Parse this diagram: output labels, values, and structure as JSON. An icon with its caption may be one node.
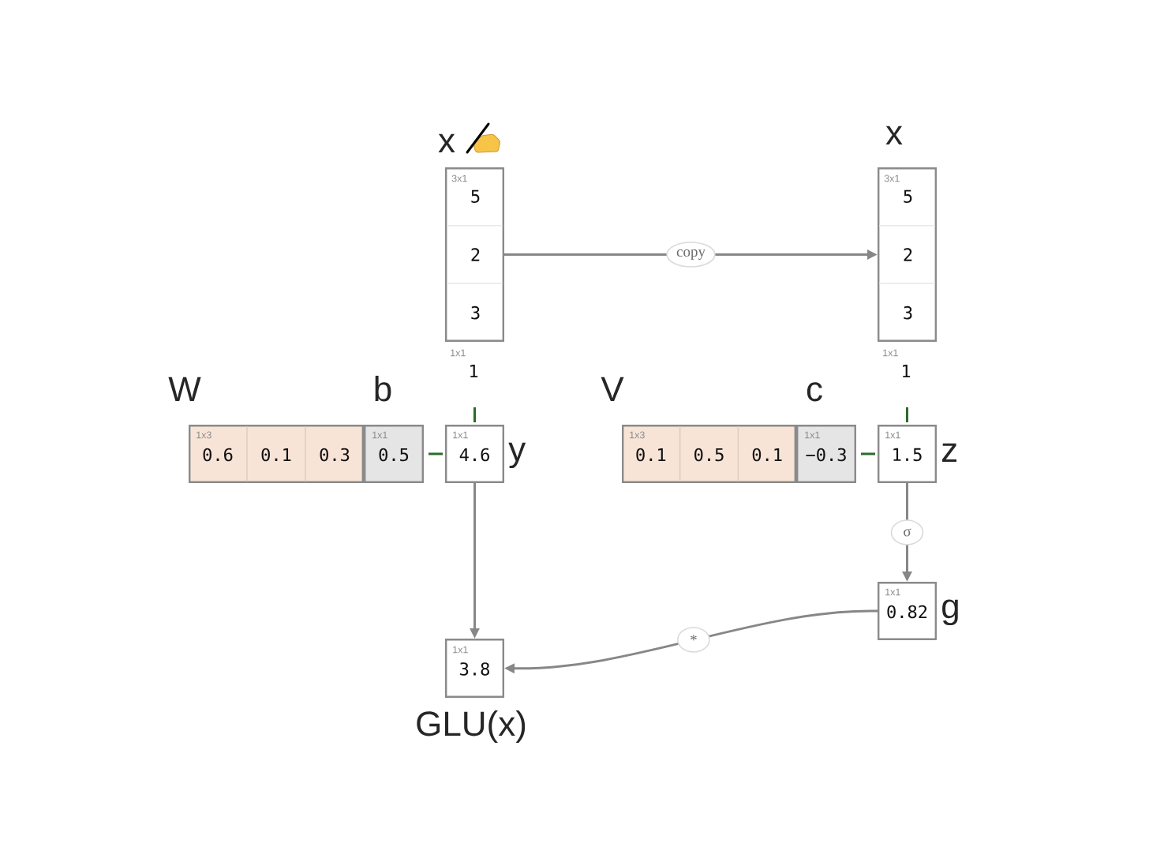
{
  "diagram": {
    "nodes": [
      {
        "text": [
          "x",
          "3x1",
          "5",
          "2",
          "3"
        ]
      },
      {
        "text": [
          "x",
          "3x1",
          "5",
          "2",
          "3"
        ]
      },
      {
        "text": [
          "1x1",
          "1"
        ]
      },
      {
        "text": [
          "1x1",
          "1"
        ]
      },
      {
        "text": [
          "W",
          "1x3",
          "0.6",
          "0.1",
          "0.3"
        ]
      },
      {
        "text": [
          "b",
          "1x1",
          "0.5"
        ]
      },
      {
        "text": [
          "1x1",
          "4.6"
        ],
        "beside": [
          "y"
        ]
      },
      {
        "text": [
          "V",
          "1x3",
          "0.1",
          "0.5",
          "0.1"
        ]
      },
      {
        "text": [
          "c",
          "1x1",
          "−0.3"
        ]
      },
      {
        "text": [
          "1x1",
          "1.5"
        ],
        "beside": [
          "z"
        ]
      },
      {
        "text": [
          "1x1",
          "0.82"
        ],
        "beside": [
          "g"
        ]
      },
      {
        "text": [
          "1x1",
          "3.8"
        ],
        "beside": [
          "GLU(x)"
        ]
      }
    ],
    "edges": [
      {
        "from": 0,
        "to": 1,
        "arrow": "to",
        "label": "copy"
      },
      {
        "from": 5,
        "to": 6,
        "arrow": "none",
        "color": "#2b6b2b"
      },
      {
        "from": 8,
        "to": 9,
        "arrow": "none",
        "color": "#2b6b2b"
      },
      {
        "from": 6,
        "to": 11,
        "arrow": "to"
      },
      {
        "from": 9,
        "to": 10,
        "arrow": "to",
        "label": "σ"
      },
      {
        "from": 10,
        "to": 11,
        "arrow": "to",
        "label": "*"
      }
    ]
  }
}
